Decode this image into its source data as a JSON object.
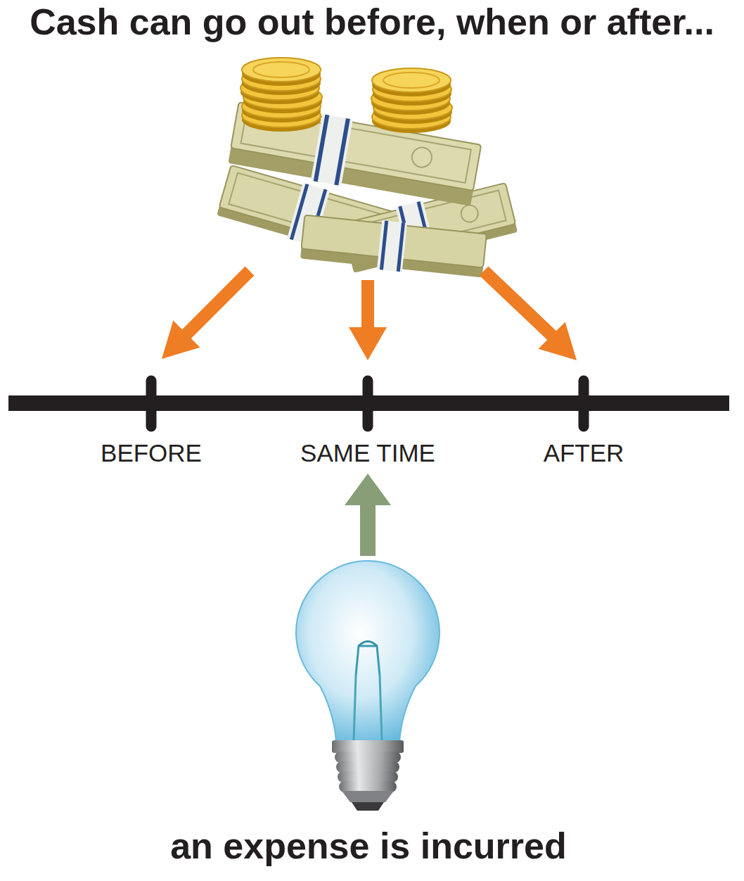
{
  "diagram": {
    "title": "Cash can go out before, when or after...",
    "caption": "an expense is incurred",
    "labels": [
      "BEFORE",
      "SAME TIME",
      "AFTER"
    ]
  }
}
